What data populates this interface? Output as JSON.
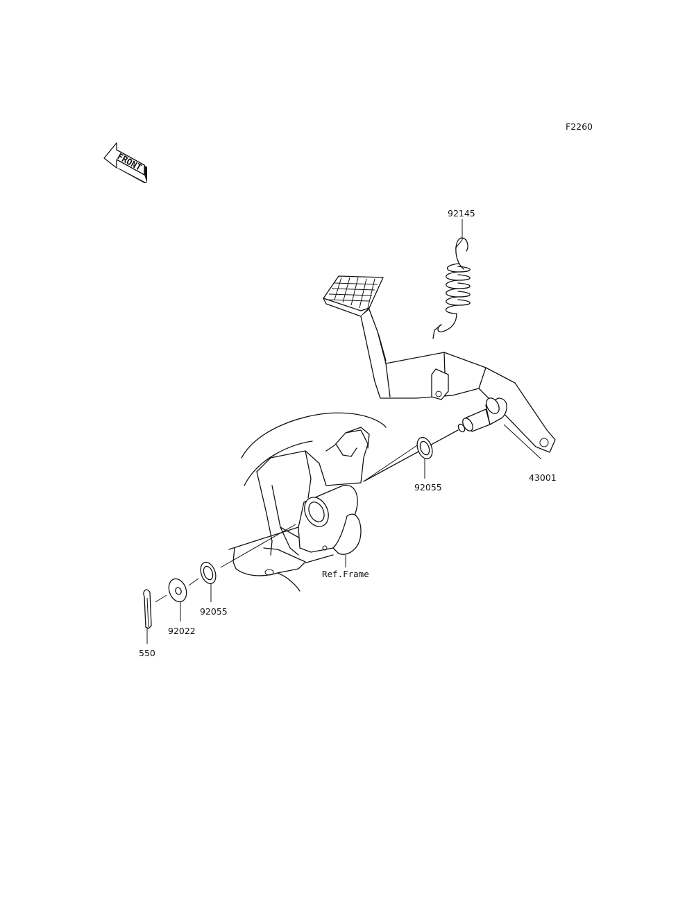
{
  "figure_code": "F2260",
  "front_arrow_label": "FRONT",
  "parts": {
    "spring": "92145",
    "brake_pedal": "43001",
    "washer_right": "92055",
    "washer_left": "92055",
    "washer_plain": "92022",
    "cotter_pin": "550",
    "frame_ref": "Ref.Frame"
  }
}
